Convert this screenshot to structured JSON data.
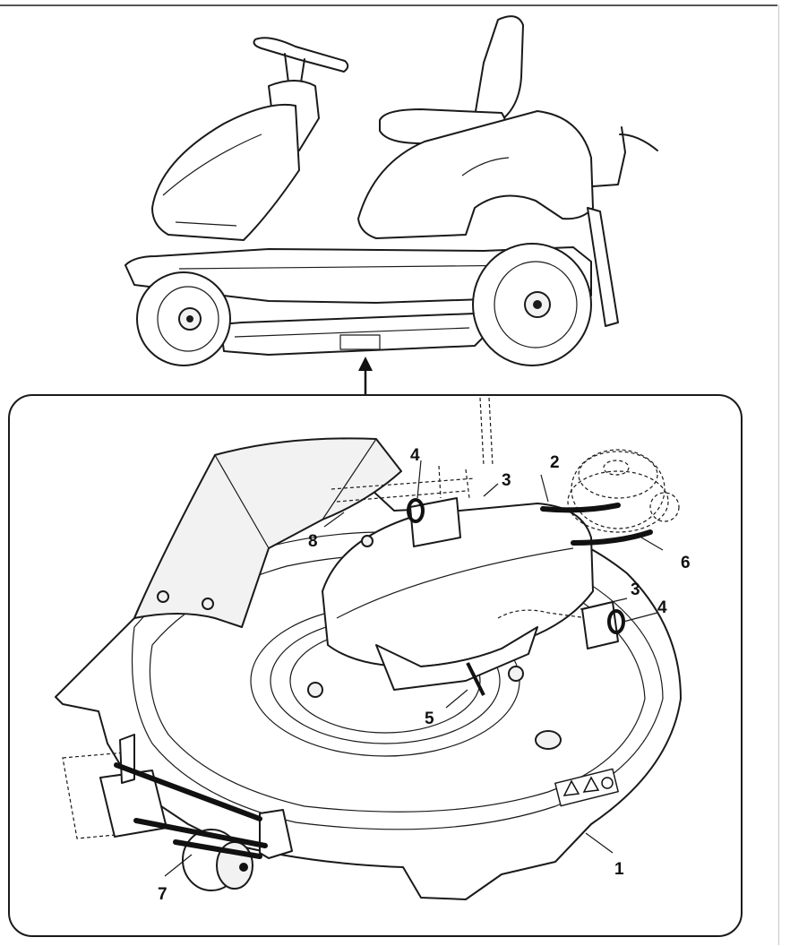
{
  "callouts": [
    {
      "id": "1",
      "label": "1"
    },
    {
      "id": "2",
      "label": "2"
    },
    {
      "id": "3a",
      "label": "3"
    },
    {
      "id": "3b",
      "label": "3"
    },
    {
      "id": "4a",
      "label": "4"
    },
    {
      "id": "4b",
      "label": "4"
    },
    {
      "id": "5",
      "label": "5"
    },
    {
      "id": "6",
      "label": "6"
    },
    {
      "id": "7",
      "label": "7"
    },
    {
      "id": "8",
      "label": "8"
    }
  ],
  "icons": [
    "warning-triangle-icon",
    "hand-hazard-icon",
    "read-manual-icon"
  ]
}
